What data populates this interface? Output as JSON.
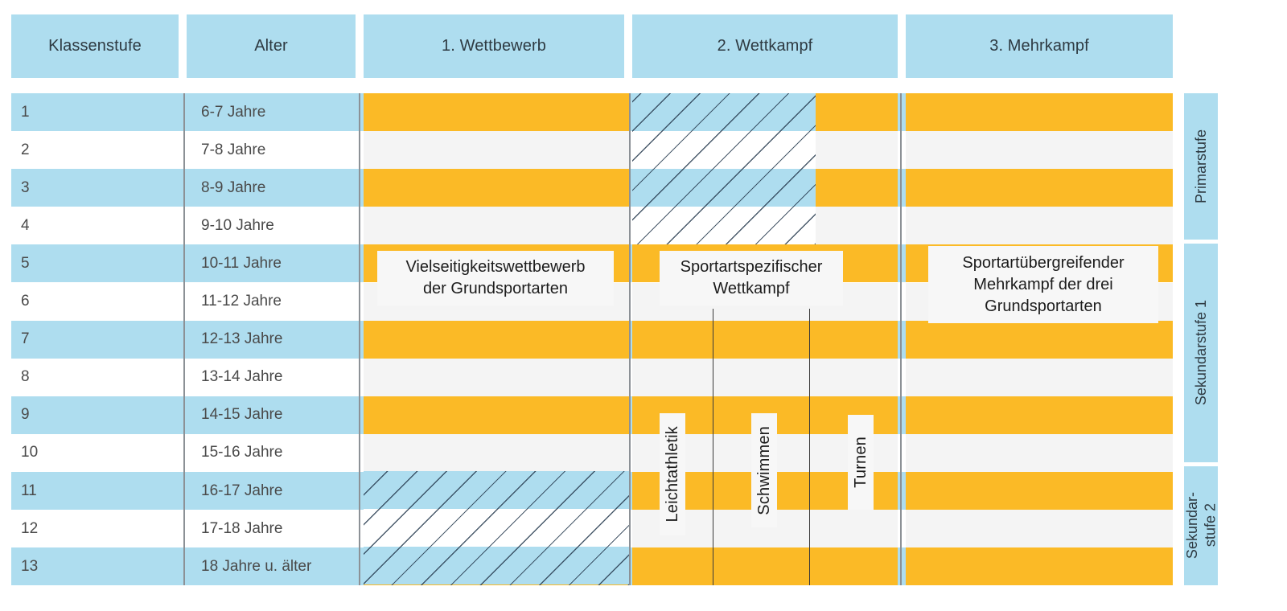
{
  "colors": {
    "blue": "#AEDDEF",
    "orange": "#FBBA26",
    "grey_band": "#F4F4F4",
    "plate": "#F7F7F7",
    "rule": "#8c9196",
    "text": "#3d3d3d"
  },
  "header": {
    "columns": [
      {
        "label": "Klassenstufe"
      },
      {
        "label": "Alter"
      },
      {
        "label": "1. Wettbewerb"
      },
      {
        "label": "2. Wettkampf"
      },
      {
        "label": "3. Mehrkampf"
      }
    ]
  },
  "rows": [
    {
      "klasse": "1",
      "alter": "6-7 Jahre",
      "shaded": true
    },
    {
      "klasse": "2",
      "alter": "7-8 Jahre",
      "shaded": false
    },
    {
      "klasse": "3",
      "alter": "8-9 Jahre",
      "shaded": true
    },
    {
      "klasse": "4",
      "alter": "9-10 Jahre",
      "shaded": false
    },
    {
      "klasse": "5",
      "alter": "10-11 Jahre",
      "shaded": true
    },
    {
      "klasse": "6",
      "alter": "11-12 Jahre",
      "shaded": false
    },
    {
      "klasse": "7",
      "alter": "12-13 Jahre",
      "shaded": true
    },
    {
      "klasse": "8",
      "alter": "13-14 Jahre",
      "shaded": false
    },
    {
      "klasse": "9",
      "alter": "14-15 Jahre",
      "shaded": true
    },
    {
      "klasse": "10",
      "alter": "15-16 Jahre",
      "shaded": false
    },
    {
      "klasse": "11",
      "alter": "16-17 Jahre",
      "shaded": true
    },
    {
      "klasse": "12",
      "alter": "17-18 Jahre",
      "shaded": false
    },
    {
      "klasse": "13",
      "alter": "18 Jahre u. älter",
      "shaded": true
    }
  ],
  "plates": {
    "wettbewerb": "Vielseitigkeitswettbewerb\nder Grundsportarten",
    "wettkampf": "Sportartspezifischer\nWettkampf",
    "mehrkampf": "Sportartübergreifender\nMehrkampf der drei\nGrundsportarten"
  },
  "disciplines": [
    {
      "label": "Leichtathletik"
    },
    {
      "label": "Schwimmen"
    },
    {
      "label": "Turnen"
    }
  ],
  "stages": [
    {
      "label": "Primarstufe"
    },
    {
      "label": "Sekundarstufe 1"
    },
    {
      "label": "Sekundar-\nstufe 2"
    }
  ]
}
